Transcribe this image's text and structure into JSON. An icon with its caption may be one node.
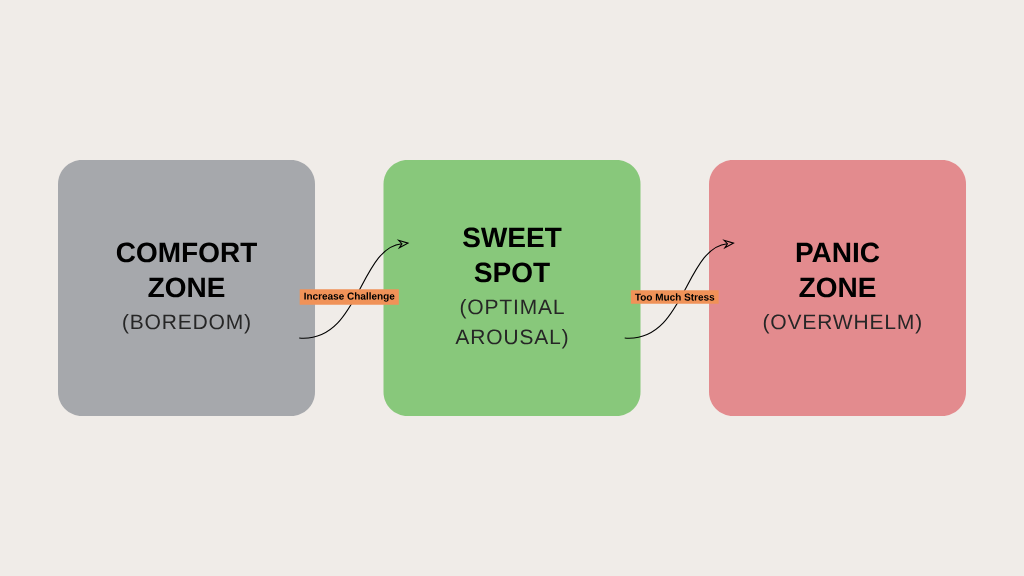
{
  "diagram": {
    "nodes": [
      {
        "text": [
          "COMFORT ZONE",
          "(BOREDOM)"
        ]
      },
      {
        "text": [
          "SWEET SPOT",
          "(OPTIMAL AROUSAL)"
        ]
      },
      {
        "text": [
          "PANIC ZONE",
          "(OVERWHELM)"
        ]
      }
    ],
    "edges": [
      {
        "from": 0,
        "to": 1,
        "arrow": "to",
        "label": "Increase Challenge"
      },
      {
        "from": 1,
        "to": 2,
        "arrow": "to",
        "label": "Too Much Stress"
      }
    ]
  }
}
